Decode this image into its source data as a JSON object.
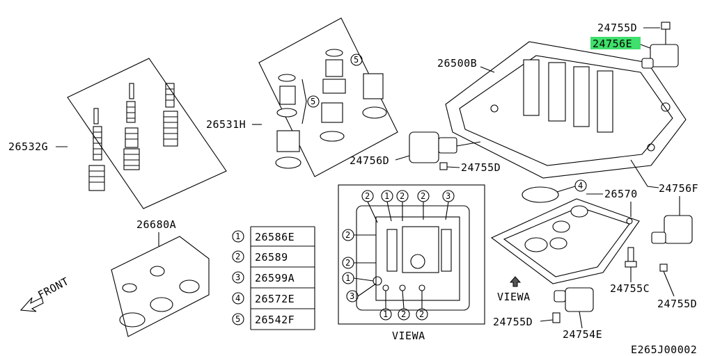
{
  "diagram_id": "E265J00002",
  "labels": {
    "p26532G": "26532G",
    "p26531H": "26531H",
    "p26500B": "26500B",
    "p24755D_top": "24755D",
    "p24756E": "24756E",
    "p24756D": "24756D",
    "p24755D_mid": "24755D",
    "p26570": "26570",
    "p24756F": "24756F",
    "p26680A": "26680A",
    "p24755C": "24755C",
    "p24755D_right": "24755D",
    "p24755D_bottom": "24755D",
    "p24754E": "24754E"
  },
  "legend": [
    {
      "num": "1",
      "part": "26586E"
    },
    {
      "num": "2",
      "part": "26589"
    },
    {
      "num": "3",
      "part": "26599A"
    },
    {
      "num": "4",
      "part": "26572E"
    },
    {
      "num": "5",
      "part": "26542F"
    }
  ],
  "callouts": {
    "five_a": "5",
    "five_b": "5",
    "four": "4",
    "vw_top": [
      "2",
      "1",
      "2",
      "2",
      "3"
    ],
    "vw_left": [
      "2",
      "2",
      "1",
      "3"
    ],
    "vw_bottom": [
      "1",
      "2",
      "2"
    ]
  },
  "view_a_label": "VIEWA",
  "view_a_arrow_label": "VIEWA",
  "front_label": "FRONT",
  "highlight_color": "#3fe06b"
}
